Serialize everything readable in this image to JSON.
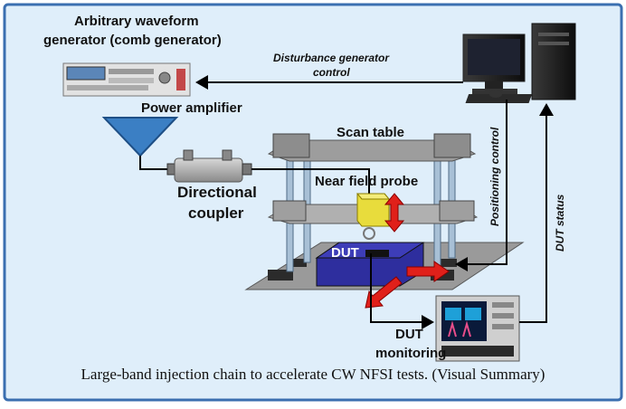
{
  "labels": {
    "awg_line1": "Arbitrary waveform",
    "awg_line2": "generator (comb generator)",
    "disturbance_line1": "Disturbance generator",
    "disturbance_line2": "control",
    "power_amplifier": "Power amplifier",
    "scan_table": "Scan table",
    "near_field_probe": "Near field probe",
    "directional_line1": "Directional",
    "directional_line2": "coupler",
    "dut": "DUT",
    "dut_monitoring_line1": "DUT",
    "dut_monitoring_line2": "monitoring",
    "positioning_control": "Positioning control",
    "dut_status": "DUT status"
  },
  "caption": "Large-band injection chain to accelerate CW NFSI tests. (Visual Summary)",
  "colors": {
    "background": "#dfeefa",
    "border": "#3b6fb0",
    "amplifier": "#3b7fc4",
    "dut": "#2e2e9e",
    "probe": "#e8dc3c",
    "arrow_red": "#e0201a"
  }
}
